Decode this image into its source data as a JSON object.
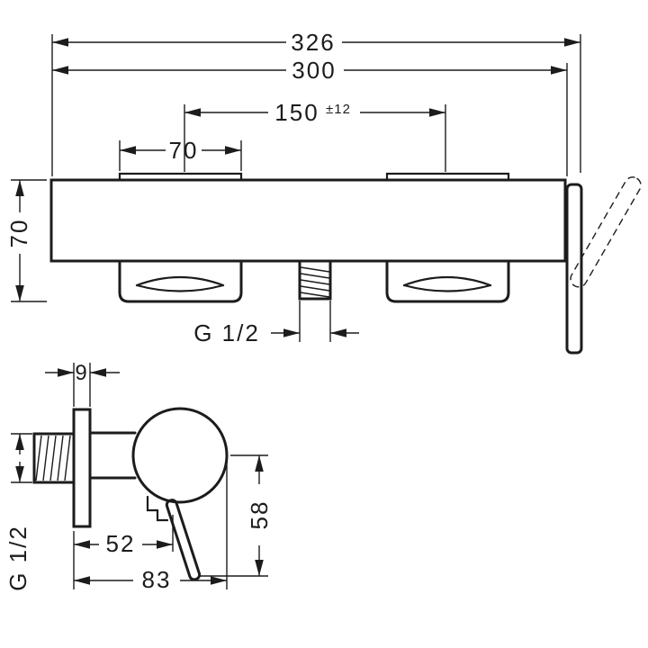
{
  "drawing": {
    "title": "shower-mixer-technical-dimension-drawing",
    "line_color": "#1c1c1c",
    "background": "#ffffff",
    "dimensions": {
      "overall_width": "326",
      "body_width": "300",
      "hole_spacing": "150",
      "hole_spacing_tolerance": "±12",
      "escutcheon_width": "70",
      "body_height": "70",
      "bottom_thread": "G 1/2",
      "plate_thickness": "9",
      "depth_to_handle": "52",
      "total_depth": "83",
      "handle_drop": "58",
      "side_thread": "G 1/2"
    }
  }
}
